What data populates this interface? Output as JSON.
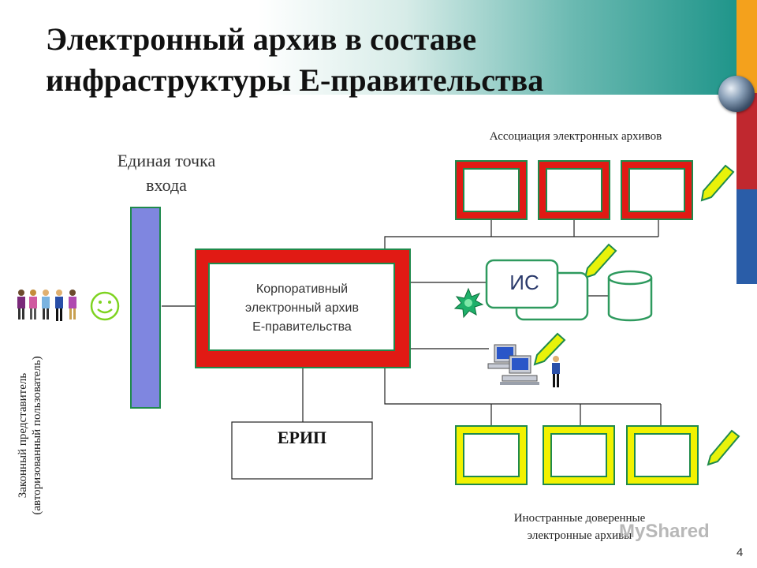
{
  "slide": {
    "title_line1": "Электронный архив в составе",
    "title_line2": "инфраструктуры Е-правительства",
    "page_number": "4",
    "watermark": "MyShared"
  },
  "diagram": {
    "entry_point_line1": "Единая точка",
    "entry_point_line2": "входа",
    "association_label": "Ассоциация электронных архивов",
    "corporate_archive_line1": "Корпоративный",
    "corporate_archive_line2": "электронный архив",
    "corporate_archive_line3": "Е-правительства",
    "erip_label": "ЕРИП",
    "is_label": "ИС",
    "foreign_archives_line1": "Иностранные доверенные",
    "foreign_archives_line2": "электронные архивы",
    "legal_rep_line1": "Законный представитель",
    "legal_rep_line2": "(авторизованный пользователь)"
  },
  "colors": {
    "header_teal": "#1f958a",
    "bar_orange": "#f4a11c",
    "bar_red": "#c0282f",
    "bar_blue": "#2a5da8",
    "red_frame": "#e11a14",
    "green_border": "#1f8a4c",
    "yellow_frame": "#f2f200",
    "entry_bar": "#7f86e0",
    "is_border": "#2e9a5e"
  }
}
